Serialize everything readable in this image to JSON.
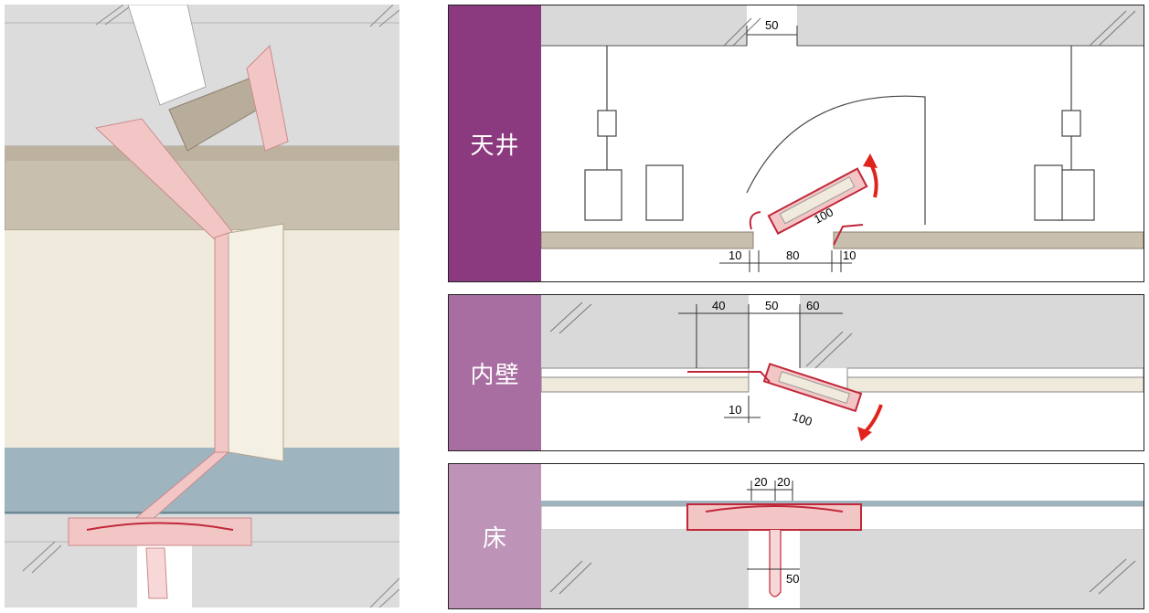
{
  "colors": {
    "tenjo_tag": "#8b3a7f",
    "naiheki_tag": "#a86ea1",
    "yuka_tag": "#bd93b8",
    "concrete": "#d9d9da",
    "board_beige": "#c9bfae",
    "wall_cream": "#efeadb",
    "floor_blue": "#9eb5bf",
    "joint_pink": "#f3c6c6",
    "joint_red": "#c0283a",
    "arrow_red": "#e0231c"
  },
  "illustration": {
    "icon": "expansion-joint-3d-illustration"
  },
  "sections": {
    "ceiling": {
      "label": "天井",
      "dims": {
        "top_gap": "50",
        "left": "10",
        "center": "80",
        "right": "10",
        "tilt": "100"
      },
      "arrow_icon": "rotate-up-arrow"
    },
    "wall": {
      "label": "内壁",
      "dims": {
        "left": "40",
        "center": "50",
        "right": "60",
        "offset": "10",
        "tilt": "100"
      },
      "arrow_icon": "rotate-down-arrow"
    },
    "floor": {
      "label": "床",
      "dims": {
        "left": "20",
        "right": "20",
        "gap": "50"
      }
    }
  }
}
